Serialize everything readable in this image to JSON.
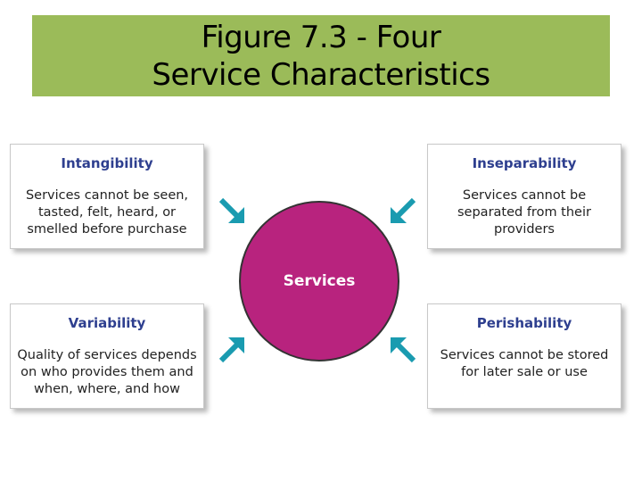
{
  "title": {
    "line1": "Figure 7.3 - Four",
    "line2": "Service Characteristics"
  },
  "center": {
    "label": "Services"
  },
  "cards": [
    {
      "title": "Intangibility",
      "description": "Services cannot be seen, tasted, felt, heard, or smelled before purchase"
    },
    {
      "title": "Inseparability",
      "description": "Services cannot be separated from their providers"
    },
    {
      "title": "Variability",
      "description": "Quality of services depends on who provides them and when, where, and how"
    },
    {
      "title": "Perishability",
      "description": "Services cannot be stored for later sale or use"
    }
  ],
  "colors": {
    "title_bar": "#9bbb59",
    "card_title": "#2e3f8f",
    "circle_fill": "#b8237e",
    "arrow": "#1a9bb0"
  },
  "icons": {
    "arrow": "arrow-right-down-icon"
  }
}
